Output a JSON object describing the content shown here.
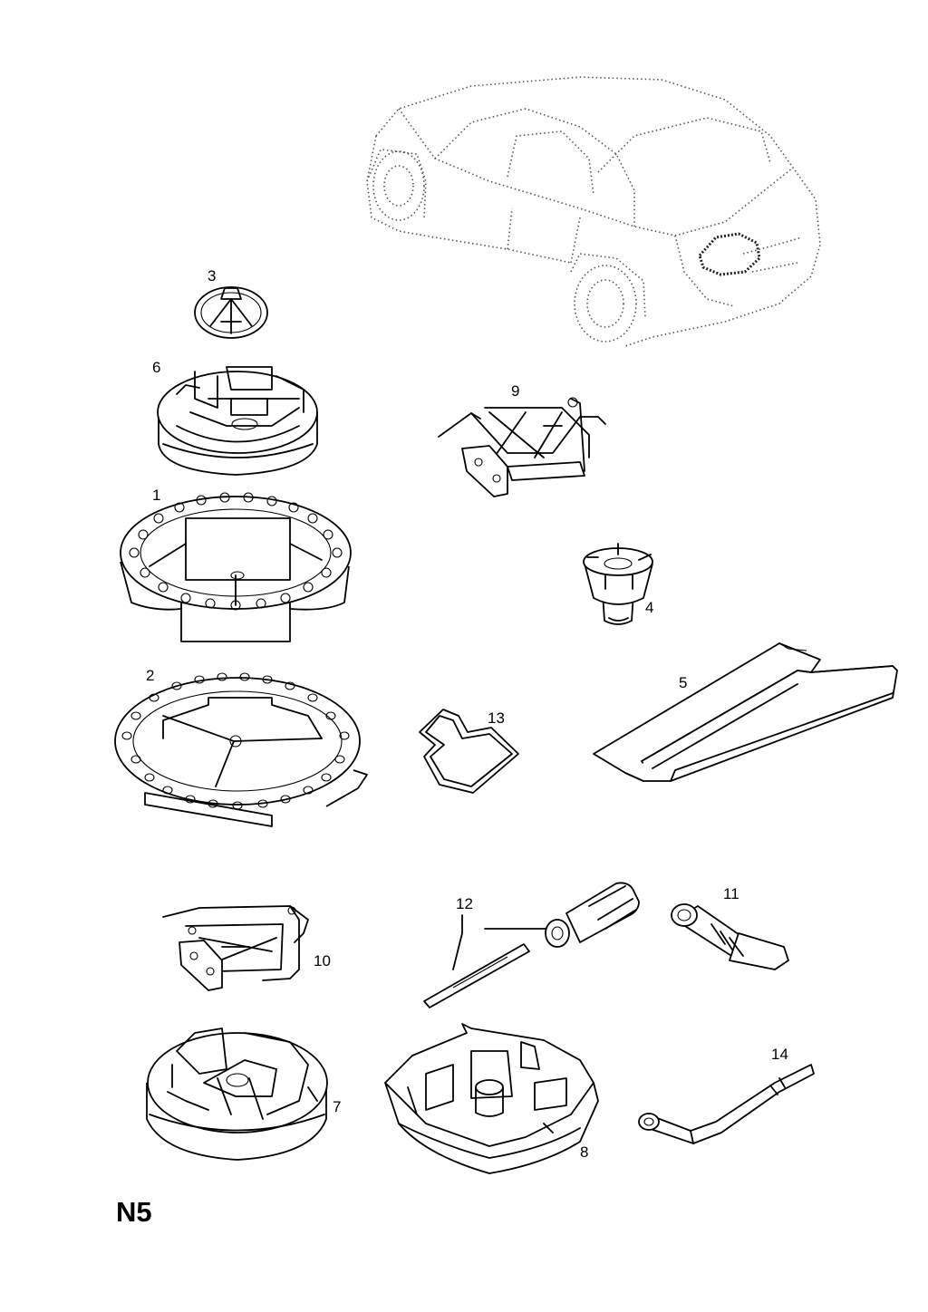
{
  "page_code": "N5",
  "callouts": {
    "c1": "1",
    "c2": "2",
    "c3": "3",
    "c4": "4",
    "c5": "5",
    "c6": "6",
    "c7": "7",
    "c8": "8",
    "c9": "9",
    "c10": "10",
    "c11": "11",
    "c12": "12",
    "c13": "13",
    "c14": "14"
  }
}
